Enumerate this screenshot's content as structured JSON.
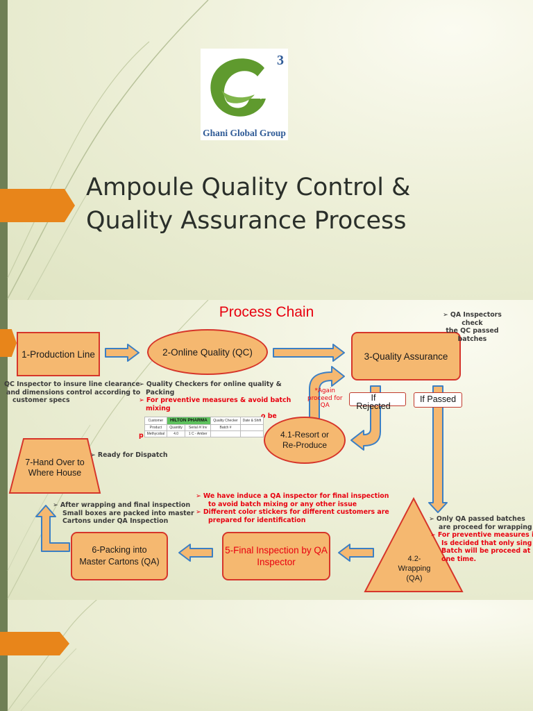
{
  "slide1": {
    "logo": {
      "superscript": "3",
      "name": "Ghani Global Group"
    },
    "title_line1": "Ampoule Quality Control &",
    "title_line2": "Quality Assurance Process",
    "colors": {
      "accent": "#e8851a",
      "brand_green": "#5f9a2e",
      "brand_blue": "#2e5a96"
    }
  },
  "slide2": {
    "title": "Process Chain",
    "steps": {
      "production": "1-Production Line",
      "online_qc": "2-Online Quality (QC)",
      "qa": "3-Quality Assurance",
      "resort": "4.1-Resort or Re-Produce",
      "wrapping": "4.2-Wrapping (QA)",
      "final_inspection": "5-Final Inspection by QA Inspector",
      "packing": "6-Packing into Master Cartons (QA)",
      "handover": "7-Hand Over to Where House"
    },
    "labels": {
      "if_rejected": "If Rejected",
      "if_passed": "If Passed",
      "again_proceed": [
        "*Again",
        "proceed for",
        "QA"
      ]
    },
    "notes": {
      "qa_inspectors": [
        "QA Inspectors",
        "check",
        "the QC passed",
        "batches"
      ],
      "qc_inspector": [
        "QC Inspector to insure line clearance",
        "and dimensions control according to",
        "customer specs"
      ],
      "quality_checkers": [
        "Quality  Checkers  for  online  quality  &",
        "Packing"
      ],
      "preventive_red": [
        "For  preventive  measures  &  avoid  batch",
        "mixing",
        "o be",
        "p"
      ],
      "ready_dispatch": "Ready for Dispatch",
      "after_wrapping": [
        "After wrapping and final inspection",
        "Small boxes are packed into master",
        "Cartons under QA Inspection"
      ],
      "qa_inspector_final": [
        "We have induce a QA inspector for final inspection",
        "to avoid batch mixing or any other issue"
      ],
      "color_stickers": [
        "Different color stickers for different customers are",
        "prepared for identification"
      ],
      "only_qa_passed": [
        "Only QA passed batches",
        "are proceed for wrapping"
      ],
      "preventive_right": [
        "For preventive measures i",
        "Is decided that only sing",
        "Batch will be proceed at",
        "one time."
      ]
    },
    "mini_table": {
      "row1": [
        "Customer",
        "HILTON PHARMA",
        "Quality Checker",
        "Date & Shift"
      ],
      "row2": [
        "Product",
        "Quantity",
        "Serial #/ Inv",
        "Batch #"
      ],
      "row3": [
        "Methycobal",
        "4.0",
        "1 C - Amber",
        ""
      ]
    }
  },
  "slide3": {}
}
